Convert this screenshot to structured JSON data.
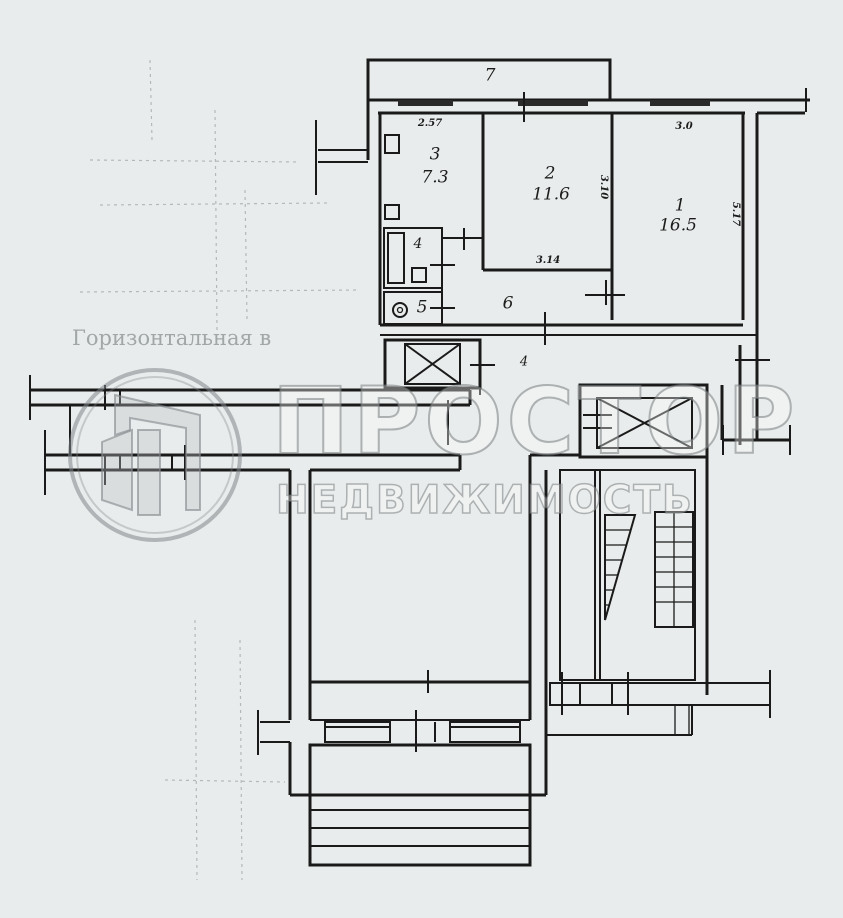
{
  "plan": {
    "rooms": [
      {
        "id": "room-1",
        "number": "1",
        "area": "16.5",
        "dim_top": "3.0",
        "dim_side": "5.17"
      },
      {
        "id": "room-2",
        "number": "2",
        "area": "11.6",
        "dim_side": "3.10",
        "dim_bottom": "3.14"
      },
      {
        "id": "room-3",
        "number": "3",
        "area": "7.3",
        "dim_top": "2.57"
      },
      {
        "id": "room-4",
        "number": "4"
      },
      {
        "id": "room-5",
        "number": "5"
      },
      {
        "id": "room-6",
        "number": "6"
      },
      {
        "id": "room-7",
        "number": "7"
      },
      {
        "id": "stair-landing",
        "number": "4"
      }
    ],
    "faded_text": "Горизонтальная  в",
    "symbols": [
      "elevator-shaft-left",
      "elevator-shaft-right",
      "stairs",
      "entrance-steps",
      "stove",
      "bathtub",
      "toilet",
      "sink"
    ]
  },
  "watermark": {
    "title": "ПРОСТОР",
    "subtitle": "НЕДВИЖИМОСТЬ",
    "logo": "prostor-logo-icon"
  },
  "colors": {
    "paper": "#e9ecec",
    "ink": "#1c1c1c",
    "watermark": "#9aa0a3"
  }
}
